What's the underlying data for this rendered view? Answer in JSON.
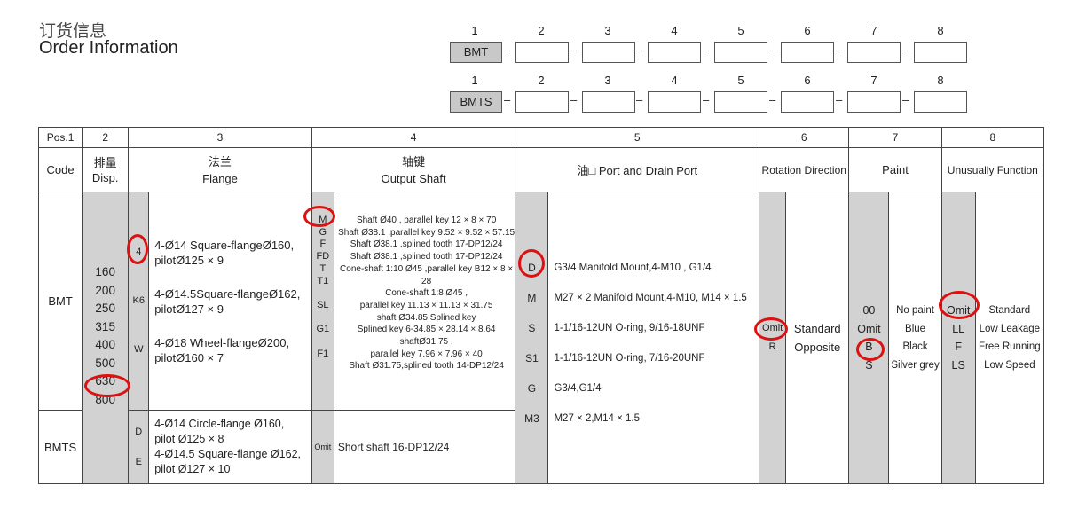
{
  "header": {
    "title_cn": "订货信息",
    "title_en": "Order Information"
  },
  "code_rows": [
    {
      "prefix": "BMT",
      "numbers": [
        "1",
        "2",
        "3",
        "4",
        "5",
        "6",
        "7",
        "8"
      ]
    },
    {
      "prefix": "BMTS",
      "numbers": [
        "1",
        "2",
        "3",
        "4",
        "5",
        "6",
        "7",
        "8"
      ]
    }
  ],
  "table": {
    "pos_row": [
      "Pos.1",
      "2",
      "3",
      "4",
      "5",
      "6",
      "7",
      "8"
    ],
    "header_row": {
      "code": "Code",
      "disp_cn": "排量",
      "disp_en": "Disp.",
      "flange_cn": "法兰",
      "flange_en": "Flange",
      "shaft_cn": "轴键",
      "shaft_en": "Output Shaft",
      "port": "油□ Port and Drain Port",
      "rotation": "Rotation Direction",
      "paint": "Paint",
      "function": "Unusually Function"
    },
    "bmt": {
      "code": "BMT",
      "disp": [
        "160",
        "200",
        "250",
        "315",
        "400",
        "500",
        "630",
        "800"
      ],
      "flange_codes": [
        "4",
        "K6",
        "W"
      ],
      "flange_desc": [
        "4-Ø14 Square-flangeØ160,",
        "pilotØ125 × 9",
        "4-Ø14.5Square-flangeØ162,",
        "pilotØ127 × 9",
        "4-Ø18 Wheel-flangeØ200,",
        "pilotØ160 × 7"
      ],
      "shaft_codes": [
        "M",
        "G",
        "F",
        "FD",
        "T",
        "T1",
        "",
        "SL",
        "",
        "G1",
        "",
        "F1"
      ],
      "shaft_desc": [
        "Shaft Ø40 , parallel key 12 × 8 × 70",
        "Shaft Ø38.1 ,parallel key 9.52 × 9.52 × 57.15",
        "Shaft Ø38.1 ,splined tooth 17-DP12/24",
        "Shaft Ø38.1 ,splined tooth 17-DP12/24",
        "Cone-shaft 1:10 Ø45 ,parallel key B12 × 8 × 28",
        "Cone-shaft 1:8 Ø45 ,",
        "parallel key  11.13 × 11.13 × 31.75",
        "shaft Ø34.85,Splined key",
        "Splined key 6-34.85 × 28.14 × 8.64",
        "shaftØ31.75 ,",
        "parallel key 7.96 × 7.96 × 40",
        "Shaft Ø31.75,splined tooth 14-DP12/24"
      ]
    },
    "bmts": {
      "code": "BMTS",
      "flange_codes": [
        "D",
        "E"
      ],
      "flange_desc": [
        "4-Ø14 Circle-flange Ø160,",
        "pilot Ø125 × 8",
        "4-Ø14.5 Square-flange Ø162,",
        "pilot Ø127 × 10"
      ],
      "shaft_code": "Omit",
      "shaft_desc": "Short shaft 16-DP12/24"
    },
    "ports": {
      "codes": [
        "D",
        "M",
        "S",
        "S1",
        "G",
        "M3"
      ],
      "desc": [
        "G3/4 Manifold Mount,4-M10 , G1/4",
        "M27 × 2 Manifold Mount,4-M10, M14 × 1.5",
        "1-1/16-12UN O-ring, 9/16-18UNF",
        "1-1/16-12UN O-ring, 7/16-20UNF",
        "G3/4,G1/4",
        "M27 × 2,M14 × 1.5"
      ]
    },
    "rotation": {
      "codes": [
        "Omit",
        "R"
      ],
      "desc": [
        "Standard",
        "Opposite"
      ]
    },
    "paint": {
      "codes": [
        "00",
        "Omit",
        "B",
        "S"
      ],
      "desc": [
        "No paint",
        "Blue",
        "Black",
        "Silver grey"
      ]
    },
    "function": {
      "codes": [
        "Omit",
        "LL",
        "F",
        "LS"
      ],
      "desc": [
        "Standard",
        "Low Leakage",
        "Free Running",
        "Low Speed"
      ]
    }
  },
  "highlights": [
    "630",
    "4",
    "M",
    "D",
    "Omit",
    "B",
    "Omit"
  ],
  "colors": {
    "highlight_circle": "#dd1111",
    "grey_cell": "#d2d2d2"
  }
}
